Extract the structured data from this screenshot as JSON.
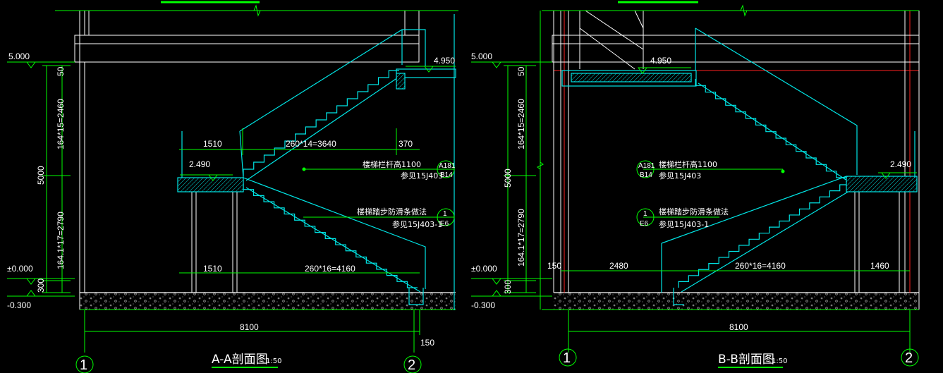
{
  "left": {
    "title": "A-A剖面图",
    "scale": "1:50",
    "levels": {
      "top": "5.000",
      "zero": "±0.000",
      "bottom": "-0.300",
      "landing": "2.490",
      "slab": "4.950"
    },
    "dims": {
      "top_left": "1510",
      "top_mid": "260*14=3640",
      "top_right": "370",
      "bot_left": "1510",
      "bot_mid": "260*16=4160",
      "total": "8100",
      "offset": "150",
      "v_top": "50",
      "v_upper": "164*15=2460",
      "v_total": "5000",
      "v_lower": "164.1*17=2790",
      "v_base": "300"
    },
    "notes": {
      "rail_1": "楼梯栏杆高1100",
      "rail_2": "参见15J403",
      "tread_1": "楼梯踏步防滑条做法",
      "tread_2": "参见15J403-1"
    },
    "callouts": {
      "rail_top": "A181",
      "rail_bot": "B14",
      "tread_top": "1",
      "tread_bot": "E6"
    },
    "axes": {
      "a": "1",
      "b": "2"
    }
  },
  "right": {
    "title": "B-B剖面图",
    "scale": "1:50",
    "levels": {
      "top": "5.000",
      "zero": "±0.000",
      "bottom": "-0.300",
      "landing": "2.490",
      "slab": "4.950"
    },
    "dims": {
      "left_off": "150",
      "bot_left": "2480",
      "bot_mid": "260*16=4160",
      "bot_right": "1460",
      "total": "8100",
      "v_top": "50",
      "v_upper": "164*15=2460",
      "v_total": "5000",
      "v_lower": "164.1*17=2790",
      "v_base": "300"
    },
    "notes": {
      "rail_1": "楼梯栏杆高1100",
      "rail_2": "参见15J403",
      "tread_1": "楼梯踏步防滑条做法",
      "tread_2": "参见15J403-1"
    },
    "callouts": {
      "rail_top": "A181",
      "rail_bot": "B14",
      "tread_top": "1",
      "tread_bot": "E6"
    },
    "axes": {
      "a": "1",
      "b": "2"
    }
  },
  "colors": {
    "bg": "#000000",
    "stair": "#00e5e5",
    "dim": "#00ff00",
    "wall": "#ffffff",
    "red": "#ff2020"
  }
}
